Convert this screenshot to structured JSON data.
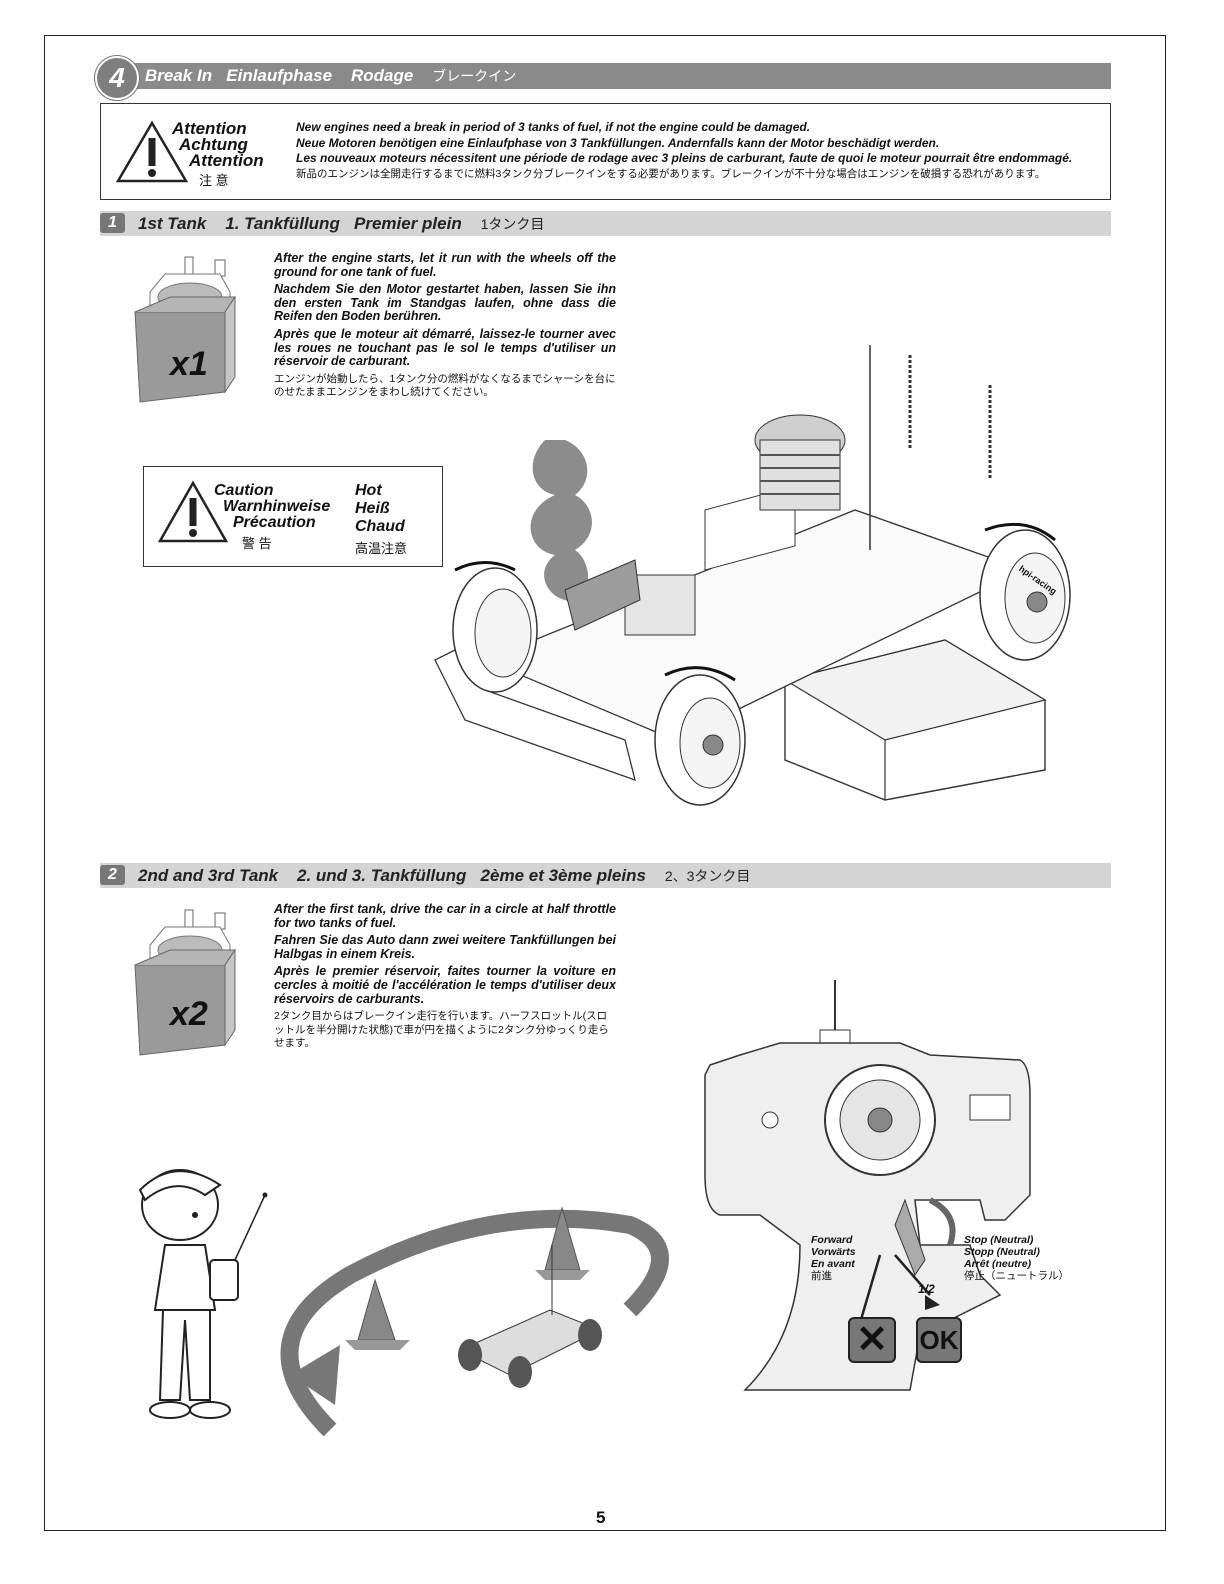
{
  "section": {
    "number": "4",
    "title": "Break In   Einlaufphase    Rodage",
    "title_jp": "ブレークイン"
  },
  "attention": {
    "labels": [
      "Attention",
      "Achtung",
      "Attention",
      "注 意"
    ],
    "lines": [
      "New engines need a break in period of 3 tanks of fuel, if not the engine could be damaged.",
      "Neue Motoren benötigen eine Einlaufphase von 3 Tankfüllungen. Andernfalls kann der Motor beschädigt werden.",
      "Les nouveaux moteurs nécessitent une période de rodage avec 3 pleins de carburant, faute de quoi le moteur pourrait être endommagé.",
      "新品のエンジンは全開走行するまでに燃料3タンク分ブレークインをする必要があります。ブレークインが不十分な場合はエンジンを破損する恐れがあります。"
    ]
  },
  "step1": {
    "number": "1",
    "title": "1st Tank    1. Tankfüllung   Premier plein",
    "title_jp": "1タンク目",
    "tank_label": "x1",
    "paragraphs": [
      "After the engine starts, let it run with the wheels off the ground for one tank of fuel.",
      "Nachdem Sie den Motor gestartet haben, lassen Sie ihn den ersten Tank im Standgas laufen, ohne dass die Reifen den Boden berühren.",
      "Après que le moteur ait démarré, laissez-le tourner avec les roues ne touchant pas le sol le temps d'utiliser un réservoir de carburant."
    ],
    "jp": "エンジンが始動したら、1タンク分の燃料がなくなるまでシャーシを台にのせたままエンジンをまわし続けてください。",
    "caution": {
      "labels": [
        "Caution",
        "Warnhinweise",
        "Précaution",
        "警 告"
      ],
      "hot": [
        "Hot",
        "Heiß",
        "Chaud",
        "高温注意"
      ]
    },
    "tire_text": "hpi-racing"
  },
  "step2": {
    "number": "2",
    "title": "2nd and 3rd Tank    2. und 3. Tankfüllung   2ème et 3ème pleins",
    "title_jp": "2、3タンク目",
    "tank_label": "x2",
    "paragraphs": [
      "After the first tank, drive the car in a circle at half throttle for two tanks of fuel.",
      "Fahren Sie das Auto dann zwei weitere Tankfüllungen bei Halbgas in einem Kreis.",
      "Après le premier réservoir, faites tourner la voiture en cercles à moitié de l'accélération le temps d'utiliser deux réservoirs de carburants."
    ],
    "jp": "2タンク目からはブレークイン走行を行います。ハーフスロットル(スロットルを半分開けた状態)で車が円を描くように2タンク分ゆっくり走らせます。",
    "forward": [
      "Forward",
      "Vorwärts",
      "En avant",
      "前進"
    ],
    "stop": [
      "Stop (Neutral)",
      "Stopp (Neutral)",
      "Arrêt (neutre)",
      "停止（ニュートラル）"
    ],
    "half": "1/2",
    "ok": "OK"
  },
  "page_number": "5"
}
